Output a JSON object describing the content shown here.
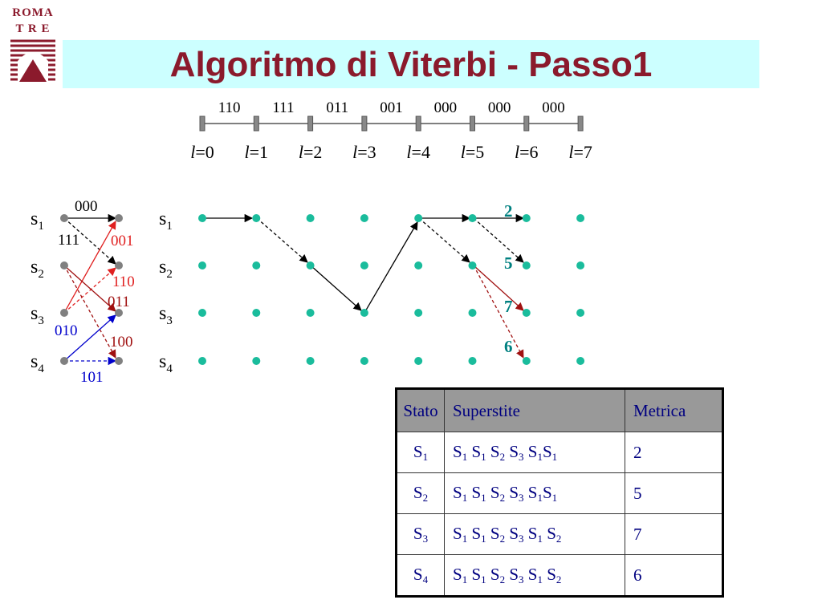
{
  "logo": {
    "line1": "ROMA",
    "line2": "T R E"
  },
  "title": "Algoritmo di Viterbi - Passo1",
  "colors": {
    "title": "#8b1a2c",
    "title_bg": "#ccffff",
    "node": "#1abc9c",
    "node_grey": "#808080",
    "red": "#e02020",
    "darkred": "#a01010",
    "blue": "#0000cc",
    "metric": "#008080"
  },
  "timeline": {
    "codes": [
      "110",
      "111",
      "011",
      "001",
      "000",
      "000",
      "000"
    ],
    "steps": [
      "0",
      "1",
      "2",
      "3",
      "4",
      "5",
      "6",
      "7"
    ],
    "step_prefix": "l",
    "step_eq": "="
  },
  "state_diagram": {
    "states": [
      {
        "base": "s",
        "sub": "1"
      },
      {
        "base": "s",
        "sub": "2"
      },
      {
        "base": "s",
        "sub": "3"
      },
      {
        "base": "s",
        "sub": "4"
      }
    ],
    "edge_labels": {
      "s1_s1": "000",
      "s1_s2": "111",
      "s3_s1": "001",
      "s3_s2": "110",
      "s2_s3": "011",
      "s2_s4": "100",
      "s4_s3": "010",
      "s4_s4": "101"
    }
  },
  "trellis": {
    "states": [
      {
        "base": "s",
        "sub": "1"
      },
      {
        "base": "s",
        "sub": "2"
      },
      {
        "base": "s",
        "sub": "3"
      },
      {
        "base": "s",
        "sub": "4"
      }
    ],
    "metrics": [
      "2",
      "5",
      "7",
      "6"
    ]
  },
  "table": {
    "headers": [
      "Stato",
      "Superstite",
      "Metrica"
    ],
    "rows": [
      {
        "stato": "1",
        "path": [
          "1",
          "1",
          "2",
          "3",
          "1",
          "1"
        ],
        "metrica": "2"
      },
      {
        "stato": "2",
        "path": [
          "1",
          "1",
          "2",
          "3",
          "1",
          "1"
        ],
        "metrica": "5"
      },
      {
        "stato": "3",
        "path": [
          "1",
          "1",
          "2",
          "3",
          "1",
          "2"
        ],
        "metrica": "7"
      },
      {
        "stato": "4",
        "path": [
          "1",
          "1",
          "2",
          "3",
          "1",
          "2"
        ],
        "metrica": "6"
      }
    ],
    "symbol": "S"
  }
}
